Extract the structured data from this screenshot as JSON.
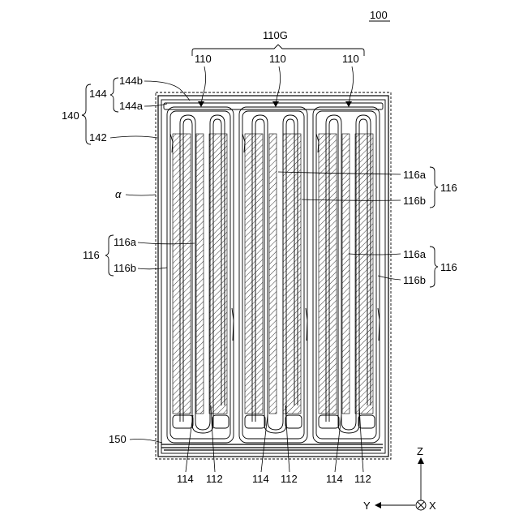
{
  "labels": {
    "figure_number": "100",
    "group": "110G",
    "unit_1": "110",
    "unit_2": "110",
    "unit_3": "110",
    "case": "140",
    "lid": "144",
    "lid_outer": "144b",
    "lid_inner": "144a",
    "body": "142",
    "alpha": "α",
    "electrode_left": "116",
    "electrode_left_a": "116a",
    "electrode_left_b": "116b",
    "electrode_mid": "116",
    "electrode_mid_a": "116a",
    "electrode_mid_b": "116b",
    "electrode_right": "116",
    "electrode_right_a": "116a",
    "electrode_right_b": "116b",
    "sheet": "150",
    "bottom_1": "114",
    "bottom_2": "112",
    "bottom_3": "114",
    "bottom_4": "112",
    "bottom_5": "114",
    "bottom_6": "112"
  },
  "axes": {
    "z": "Z",
    "y": "Y",
    "x": "X"
  }
}
